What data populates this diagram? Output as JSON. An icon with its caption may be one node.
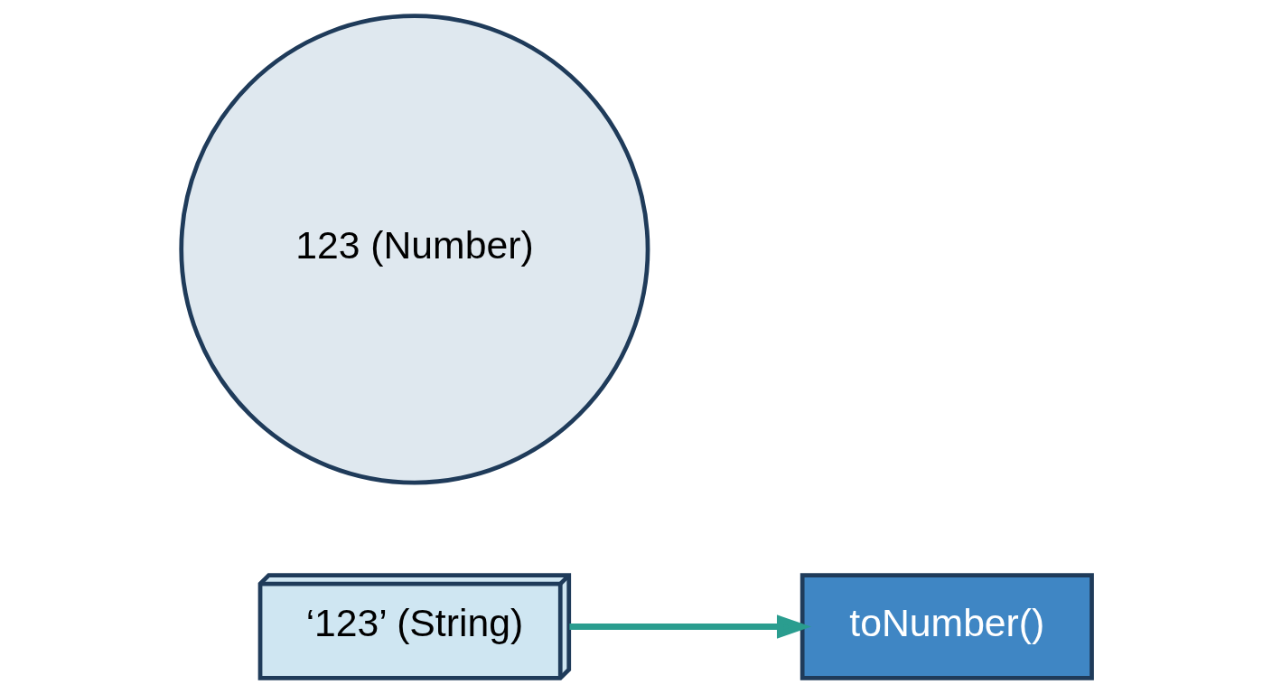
{
  "diagram": {
    "nodes": [
      {
        "text": [
          "‘123’ (String)"
        ]
      },
      {
        "text": [
          "toNumber()"
        ]
      },
      {
        "text": [
          "123 (Number)"
        ]
      }
    ],
    "edges": [
      {
        "from": 0,
        "to": 1,
        "arrow": "to"
      }
    ]
  }
}
